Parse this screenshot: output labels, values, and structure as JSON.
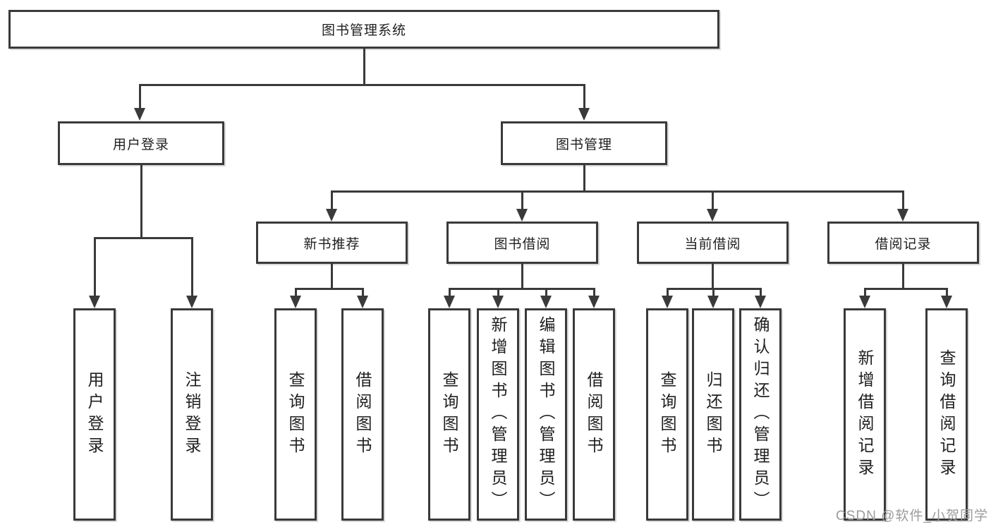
{
  "diagram": {
    "root": {
      "label": "图书管理系统"
    },
    "branches": {
      "user_login": {
        "label": "用户登录",
        "children": [
          {
            "label": "用户登录"
          },
          {
            "label": "注销登录"
          }
        ]
      },
      "book_management": {
        "label": "图书管理",
        "children": [
          {
            "label": "新书推荐",
            "children": [
              {
                "label": "查询图书"
              },
              {
                "label": "借阅图书"
              }
            ]
          },
          {
            "label": "图书借阅",
            "children": [
              {
                "label": "查询图书"
              },
              {
                "label": "新增图书（管理员）"
              },
              {
                "label": "编辑图书（管理员）"
              },
              {
                "label": "借阅图书"
              }
            ]
          },
          {
            "label": "当前借阅",
            "children": [
              {
                "label": "查询图书"
              },
              {
                "label": "归还图书"
              },
              {
                "label": "确认归还（管理员）"
              }
            ]
          },
          {
            "label": "借阅记录",
            "children": [
              {
                "label": "新增借阅记录"
              },
              {
                "label": "查询借阅记录"
              }
            ]
          }
        ]
      }
    }
  },
  "watermark": {
    "text": "CSDN @软件_小贺同学"
  },
  "colors": {
    "background": "#ffffff",
    "box_border": "#3a3a3a",
    "line": "#3a3a3a",
    "text": "#1f1f1f",
    "watermark": "#9b9b9b"
  }
}
